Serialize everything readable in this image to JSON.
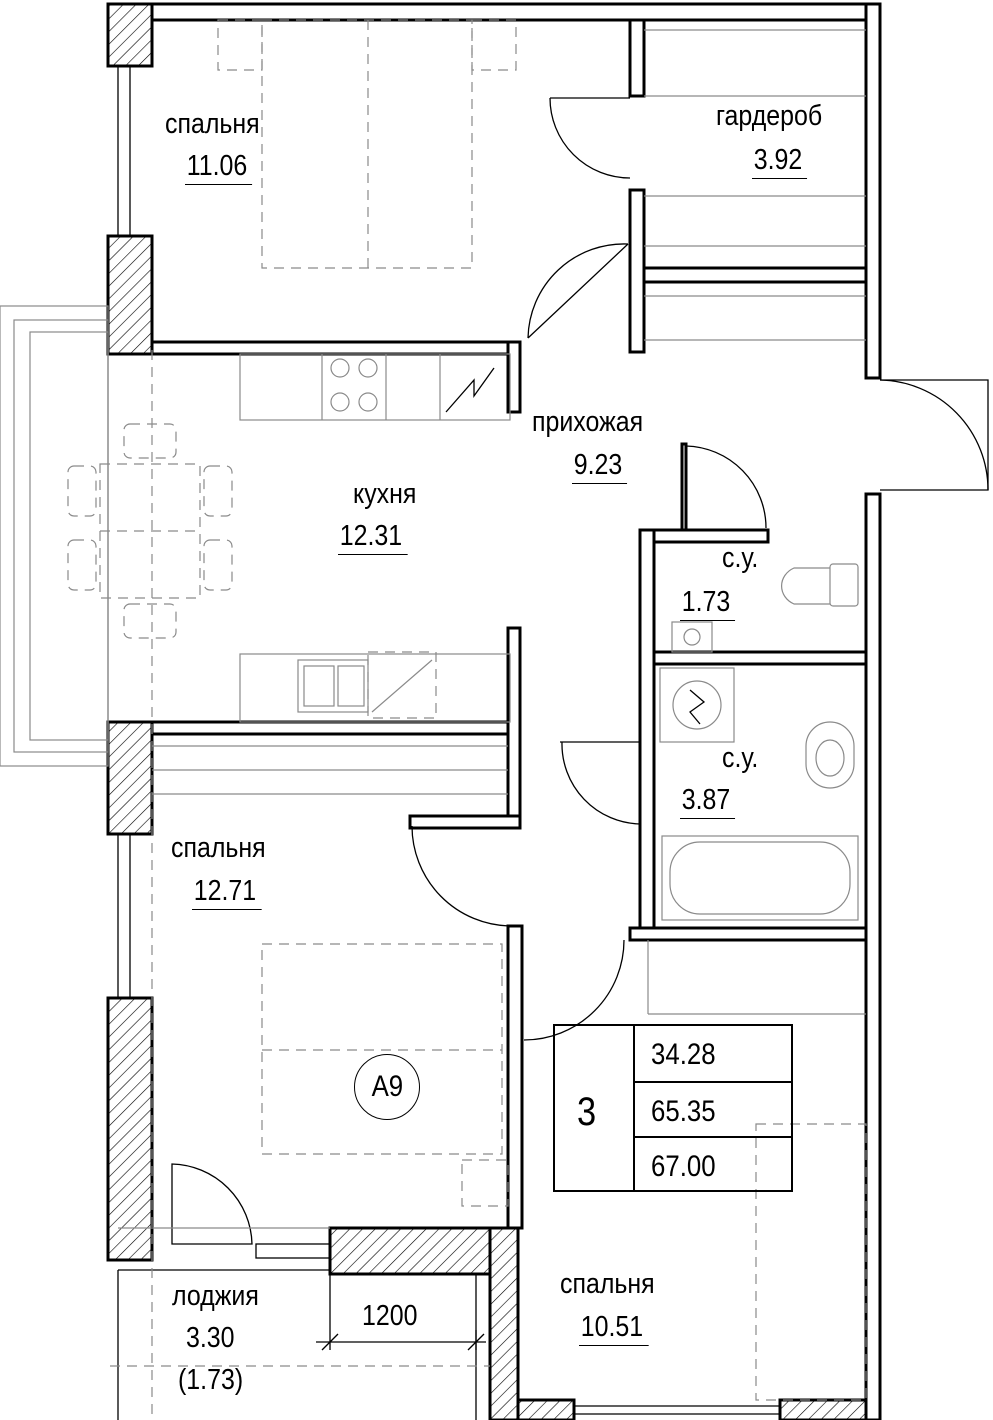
{
  "rooms": [
    {
      "id": "bedroom1",
      "name": "спальня",
      "area": "11.06"
    },
    {
      "id": "wardrobe",
      "name": "гардероб",
      "area": "3.92"
    },
    {
      "id": "hallway",
      "name": "прихожая",
      "area": "9.23"
    },
    {
      "id": "kitchen",
      "name": "кухня",
      "area": "12.31"
    },
    {
      "id": "wc1",
      "name": "с.у.",
      "area": "1.73"
    },
    {
      "id": "wc2",
      "name": "с.у.",
      "area": "3.87"
    },
    {
      "id": "bedroom2",
      "name": "спальня",
      "area": "12.71"
    },
    {
      "id": "loggia",
      "name": "лоджия",
      "area": "3.30",
      "reduced_area": "(1.73)"
    },
    {
      "id": "bedroom3",
      "name": "спальня",
      "area": "10.51"
    }
  ],
  "summary": {
    "rooms_count": "3",
    "living_area": "34.28",
    "total_area": "65.35",
    "total_with_loggia": "67.00"
  },
  "apartment_type": "A9",
  "dimension_label": "1200",
  "colors": {
    "line": "#000000",
    "furniture": "#8a8a8a",
    "background": "#ffffff"
  }
}
